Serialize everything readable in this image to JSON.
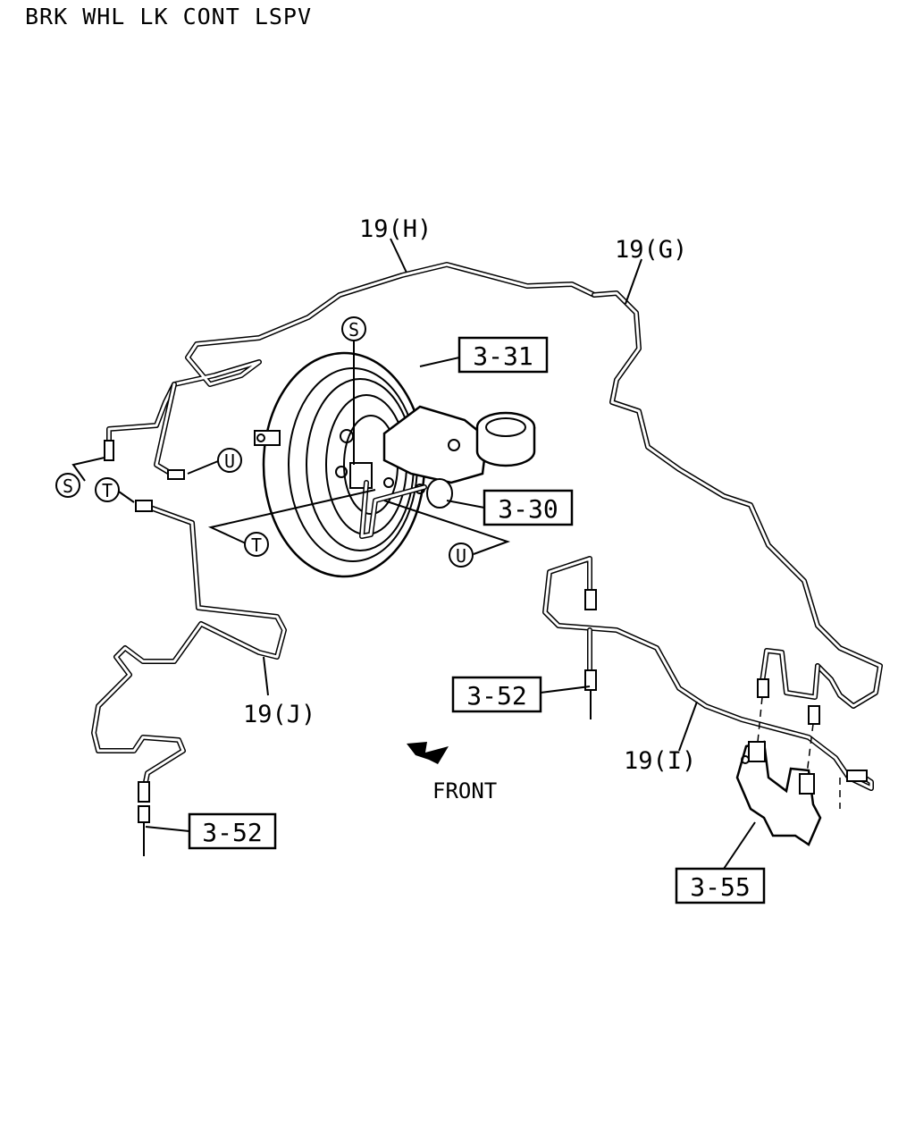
{
  "header": {
    "title": "BRK WHL LK CONT LSPV"
  },
  "callouts": {
    "c19h": "19(H)",
    "c19g": "19(G)",
    "c19j": "19(J)",
    "c19i": "19(I)",
    "front": "FRONT"
  },
  "ref_boxes": {
    "b331": "3-31",
    "b330": "3-30",
    "b352a": "3-52",
    "b352b": "3-52",
    "b355": "3-55"
  },
  "circle_labels": {
    "s1": "S",
    "s2": "S",
    "t1": "T",
    "t2": "T",
    "u1": "U",
    "u2": "U"
  }
}
